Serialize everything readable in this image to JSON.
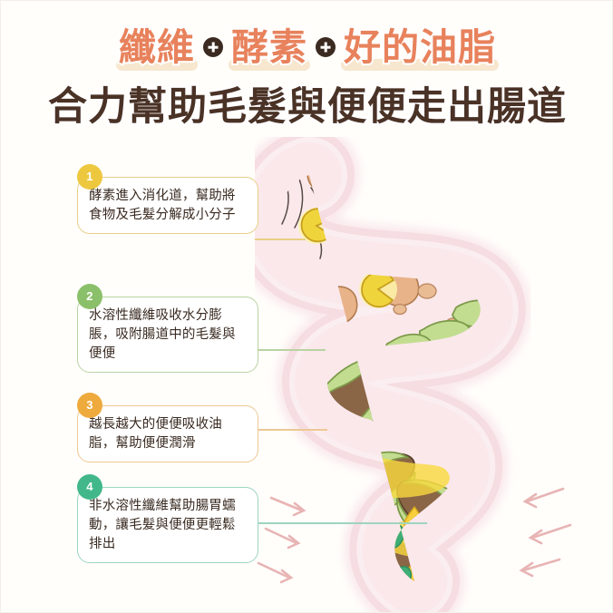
{
  "title": {
    "keyword1": "纖維",
    "keyword2": "酵素",
    "keyword3": "好的油脂",
    "separator": "+",
    "line2": "合力幫助毛髮與便便走出腸道"
  },
  "steps": [
    {
      "number": "1",
      "text": "酵素進入消化道，幫助將食物及毛髮分解成小分子",
      "color": "#edc83f",
      "border": "#e8cf86"
    },
    {
      "number": "2",
      "text": "水溶性纖維吸收水分膨脹，吸附腸道中的毛髮與便便",
      "color": "#8bc06a",
      "border": "#b9d3a2"
    },
    {
      "number": "3",
      "text": "越長越大的便便吸收油脂，幫助便便潤滑",
      "color": "#eeaa3c",
      "border": "#edc893"
    },
    {
      "number": "4",
      "text": "非水溶性纖維幫助腸胃蠕動，讓毛髮與便便更輕鬆排出",
      "color": "#42b88a",
      "border": "#9ed4c0"
    }
  ],
  "illustration": {
    "name": "intestine-tract-diagram",
    "gut_fill": "#f8dfe2",
    "gut_inner": "#f7ccd2",
    "enzyme_color": "#f0d43c",
    "food_particle_color": "#e3b088",
    "fiber_color": "#bcd98b",
    "stool_color": "#8a6646",
    "oil_color": "#f8d64a",
    "insoluble_fiber_color": "#3fae76",
    "arrow_color": "#e8b4b4"
  },
  "background": "#fffefb"
}
